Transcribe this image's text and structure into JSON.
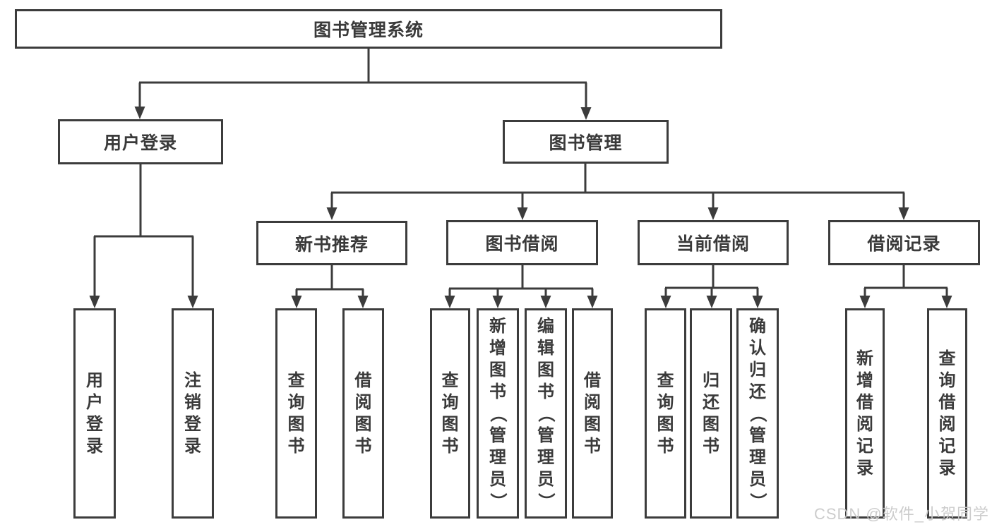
{
  "diagram": {
    "watermark": "CSDN @软件_小贺同学",
    "colors": {
      "background": "#ffffff",
      "line": "#3c3c3c",
      "text": "#3a3a3a",
      "watermark": "#c9c9c9"
    },
    "nodes": {
      "root": {
        "label": "图书管理系统"
      },
      "user_login": {
        "label": "用户登录"
      },
      "book_mgmt": {
        "label": "图书管理"
      },
      "new_book_rec": {
        "label": "新书推荐"
      },
      "book_borrow": {
        "label": "图书借阅"
      },
      "current_borrow": {
        "label": "当前借阅"
      },
      "borrow_record": {
        "label": "借阅记录"
      },
      "ul_login": {
        "label": "用户登录"
      },
      "ul_logout": {
        "label": "注销登录"
      },
      "nb_query": {
        "label": "查询图书"
      },
      "nb_borrow": {
        "label": "借阅图书"
      },
      "bb_query": {
        "label": "查询图书"
      },
      "bb_add": {
        "label": "新增图书（管理员）"
      },
      "bb_edit": {
        "label": "编辑图书（管理员）"
      },
      "bb_borrow": {
        "label": "借阅图书"
      },
      "cb_query": {
        "label": "查询图书"
      },
      "cb_return": {
        "label": "归还图书"
      },
      "cb_confirm": {
        "label": "确认归还（管理员）"
      },
      "br_add": {
        "label": "新增借阅记录"
      },
      "br_query": {
        "label": "查询借阅记录"
      }
    },
    "hierarchy": [
      {
        "parent": "图书管理系统",
        "children": [
          "用户登录",
          "图书管理"
        ]
      },
      {
        "parent": "用户登录",
        "children": [
          "用户登录",
          "注销登录"
        ]
      },
      {
        "parent": "图书管理",
        "children": [
          "新书推荐",
          "图书借阅",
          "当前借阅",
          "借阅记录"
        ]
      },
      {
        "parent": "新书推荐",
        "children": [
          "查询图书",
          "借阅图书"
        ]
      },
      {
        "parent": "图书借阅",
        "children": [
          "查询图书",
          "新增图书（管理员）",
          "编辑图书（管理员）",
          "借阅图书"
        ]
      },
      {
        "parent": "当前借阅",
        "children": [
          "查询图书",
          "归还图书",
          "确认归还（管理员）"
        ]
      },
      {
        "parent": "借阅记录",
        "children": [
          "新增借阅记录",
          "查询借阅记录"
        ]
      }
    ]
  }
}
